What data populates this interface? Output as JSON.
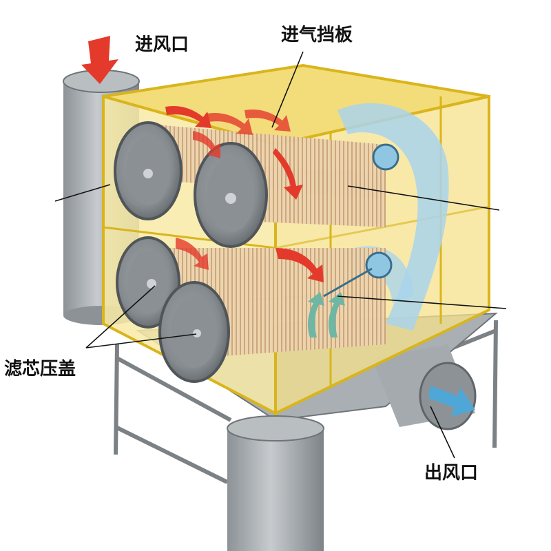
{
  "labels": {
    "inlet": "进风口",
    "baffle": "进气挡板",
    "filter_cap": "滤芯压盖",
    "outlet": "出风口"
  },
  "colors": {
    "housing_fill": "#f8eaa6",
    "housing_edge": "#d9b51c",
    "metal": "#9aa0a4",
    "metal_dark": "#6e7478",
    "filter_pleat": "#e7c9a2",
    "airflow_arrow": "#e33a2c",
    "clean_air_arrow": "#6fb6e3",
    "background": "#ffffff"
  },
  "icons": {
    "inlet": "red-arrow-down-icon",
    "outlet": "blue-arrow-out-icon"
  }
}
